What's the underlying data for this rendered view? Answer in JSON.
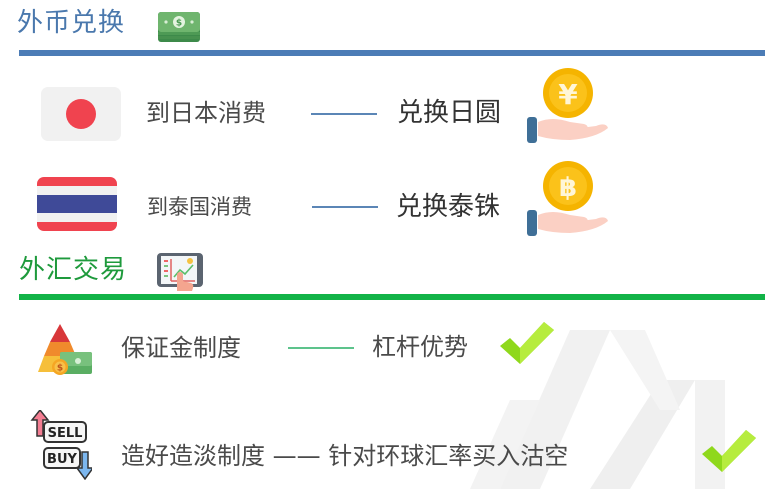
{
  "colors": {
    "section1_accent": "#4c7cb6",
    "section1_title": "#4a78ad",
    "section2_accent": "#12b347",
    "section2_title": "#1e9a3c",
    "check": "#8fd81c"
  },
  "section1": {
    "title": "外币兑换",
    "icon": "banknote-icon",
    "rows": [
      {
        "flag": "japan-flag-icon",
        "left_text": "到日本消费",
        "right_text": "兑换日圆",
        "coin_symbol": "¥",
        "icon": "yen-coin-hand-icon"
      },
      {
        "flag": "thailand-flag-icon",
        "left_text": "到泰国消费",
        "right_text": "兑换泰铢",
        "coin_symbol": "฿",
        "icon": "baht-coin-hand-icon"
      }
    ]
  },
  "section2": {
    "title": "外汇交易",
    "icon": "trading-tablet-icon",
    "rows": [
      {
        "icon": "margin-pyramid-icon",
        "left_text": "保证金制度",
        "right_text": "杠杆优势",
        "check": "checkmark-icon"
      },
      {
        "icon": "sell-buy-icon",
        "text": "造好造淡制度 —— 针对环球汇率买入沽空",
        "sell_label": "SELL",
        "buy_label": "BUY",
        "check": "checkmark-icon"
      }
    ]
  }
}
